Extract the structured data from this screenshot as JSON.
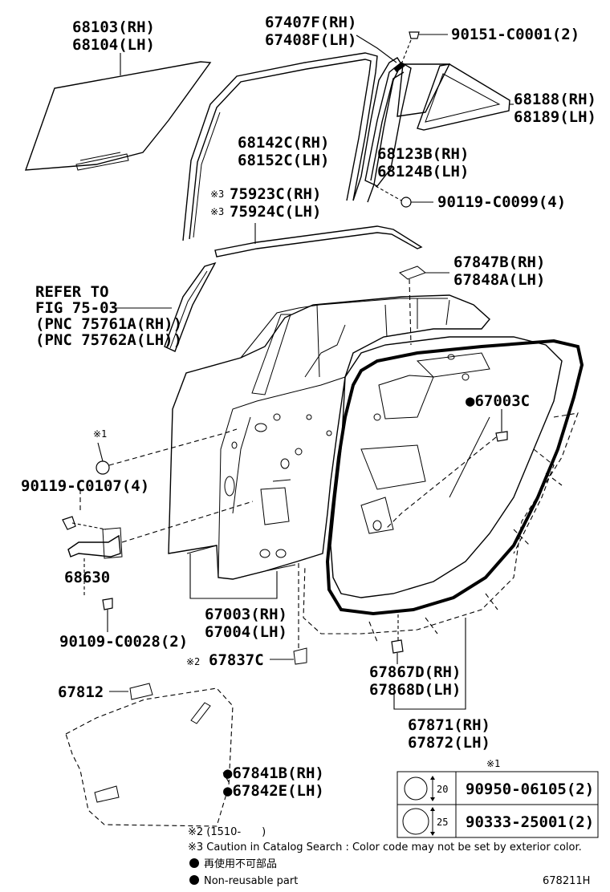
{
  "labels": {
    "glass_rh": "68103(RH)",
    "glass_lh": "68104(LH)",
    "run_rh": "67407F(RH)",
    "run_lh": "67408F(LH)",
    "clip_top": "90151-C0001(2)",
    "qglass_rh": "68188(RH)",
    "qglass_lh": "68189(LH)",
    "frame_rh": "68142C(RH)",
    "frame_lh": "68152C(LH)",
    "div_rh": "68123B(RH)",
    "div_lh": "68124B(LH)",
    "bolt_div": "90119-C0099(4)",
    "mold_rh_mark": "※3",
    "mold_rh": "75923C(RH)",
    "mold_lh_mark": "※3",
    "mold_lh": "75924C(LH)",
    "refer_1": "REFER TO",
    "refer_2": "FIG 75-03",
    "refer_3": "(PNC 75761A(RH))",
    "refer_4": "(PNC 75762A(LH))",
    "pad_rh": "67847B(RH)",
    "pad_lh": "67848A(LH)",
    "clip_67003c": "●67003C",
    "note1_mark": "※1",
    "bolt_check": "90119-C0107(4)",
    "check": "68630",
    "door_rh": "67003(RH)",
    "door_lh": "67004(LH)",
    "bolt_bottom": "90109-C0028(2)",
    "sub_mark": "※2",
    "sub_part": "67837C",
    "ws_rh": "67867D(RH)",
    "ws_lh": "67868D(LH)",
    "weather_rh": "67871(RH)",
    "weather_lh": "67872(LH)",
    "cover_plug": "67812",
    "film_rh": "●67841B(RH)",
    "film_lh": "●67842E(LH)"
  },
  "plug_table": {
    "title": "※1",
    "rows": [
      {
        "size": "20",
        "part": "90950-06105(2)"
      },
      {
        "size": "25",
        "part": "90333-25001(2)"
      }
    ]
  },
  "notes": {
    "note2": "※2 (1510-　　)",
    "note3": "※3 Caution in Catalog Search : Color code may not be set by exterior color.",
    "legend_jp": "再使用不可部品",
    "legend_en": "Non-reusable part"
  },
  "figure_code": "678211H"
}
